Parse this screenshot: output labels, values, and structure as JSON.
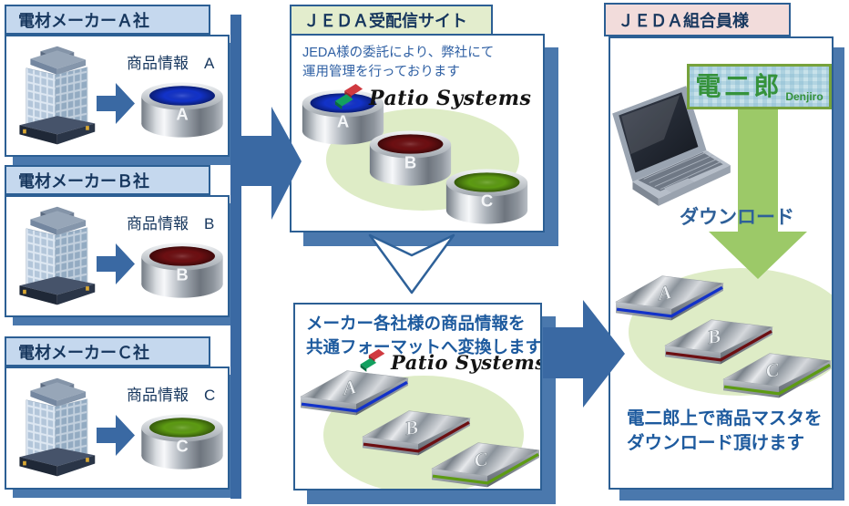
{
  "colors": {
    "accent_blue": "#3a69a3",
    "shadow_blue": "#4a78ad",
    "border_navy": "#2c5f94",
    "text_navy": "#17375e",
    "text_blue": "#1d5a9e",
    "maker_header_bg": "#c5d8ee",
    "jeda_header_bg": "#e3edcd",
    "member_header_bg": "#f2dcdb",
    "ellipse_green": "#deecc6",
    "download_green": "#9cc968",
    "denjiro_green": "#35923b",
    "cyl_top_a": "#1232c9",
    "cyl_top_b": "#6d0f12",
    "cyl_top_c": "#5d9b13"
  },
  "makers": [
    {
      "title": "電材メーカーＡ社",
      "label": "商品情報　A",
      "letter": "A"
    },
    {
      "title": "電材メーカーＢ社",
      "label": "商品情報　B",
      "letter": "B"
    },
    {
      "title": "電材メーカーＣ社",
      "label": "商品情報　C",
      "letter": "C"
    }
  ],
  "jeda_site": {
    "title": "ＪＥＤＡ受配信サイト",
    "description_line1": "JEDA様の委託により、弊社にて",
    "description_line2": "運用管理を行っております",
    "vendor_logo": "Patio Systems",
    "cylinders": [
      "A",
      "B",
      "C"
    ]
  },
  "conversion": {
    "title_line1": "メーカー各社様の商品情報を",
    "title_line2": "共通フォーマットへ変換します",
    "vendor_logo": "Patio Systems",
    "slabs": [
      "A",
      "B",
      "C"
    ]
  },
  "member": {
    "title": "ＪＥＤＡ組合員様",
    "app_name": "電二郎",
    "app_name_en": "Denjiro",
    "download_label": "ダウンロード",
    "note_line1": "電二郎上で商品マスタを",
    "note_line2": "ダウンロード頂けます",
    "slabs": [
      "A",
      "B",
      "C"
    ]
  }
}
